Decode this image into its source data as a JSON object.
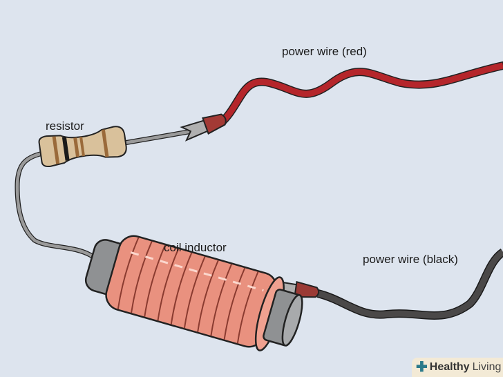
{
  "labels": {
    "power_wire_red": "power wire (red)",
    "resistor": "resistor",
    "coil_inductor": "coil inductor",
    "power_wire_black": "power wire (black)"
  },
  "brand": {
    "name_bold": "Healthy",
    "name_regular": "Living"
  },
  "colors": {
    "background": "#dde4ee",
    "red_wire": "#b5262b",
    "black_wire": "#3a3a3a",
    "coil": "#e9917f",
    "core": "#8f9193",
    "resistor_body": "#d9c19b"
  }
}
